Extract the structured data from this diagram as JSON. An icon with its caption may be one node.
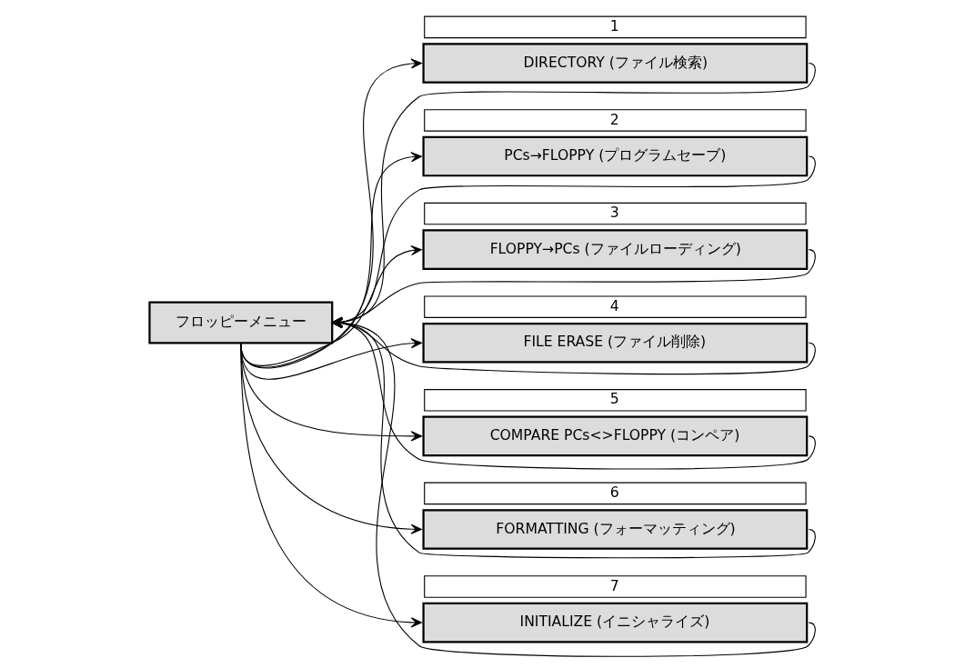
{
  "diagram": {
    "nodes": [
      {
        "text": [
          "フロッピーメニュー"
        ]
      },
      {
        "text": [
          "DIRECTORY (ファイル検索)"
        ],
        "beside": [
          "1"
        ]
      },
      {
        "text": [
          "PCs→FLOPPY (プログラムセーブ)"
        ],
        "beside": [
          "2"
        ]
      },
      {
        "text": [
          "FLOPPY→PCs (ファイルローディング)"
        ],
        "beside": [
          "3"
        ]
      },
      {
        "text": [
          "FILE ERASE (ファイル削除)"
        ],
        "beside": [
          "4"
        ]
      },
      {
        "text": [
          "COMPARE PCs<>FLOPPY (コンペア)"
        ],
        "beside": [
          "5"
        ]
      },
      {
        "text": [
          "FORMATTING (フォーマッティング)"
        ],
        "beside": [
          "6"
        ]
      },
      {
        "text": [
          "INITIALIZE (イニシャライズ)"
        ],
        "beside": [
          "7"
        ]
      }
    ],
    "edges": [
      {
        "from": 0,
        "to": 1,
        "arrow": "to"
      },
      {
        "from": 0,
        "to": 2,
        "arrow": "to"
      },
      {
        "from": 0,
        "to": 3,
        "arrow": "to"
      },
      {
        "from": 0,
        "to": 4,
        "arrow": "to"
      },
      {
        "from": 0,
        "to": 5,
        "arrow": "to"
      },
      {
        "from": 0,
        "to": 6,
        "arrow": "to"
      },
      {
        "from": 0,
        "to": 7,
        "arrow": "to"
      },
      {
        "from": 1,
        "to": 0,
        "arrow": "to"
      },
      {
        "from": 2,
        "to": 0,
        "arrow": "to"
      },
      {
        "from": 3,
        "to": 0,
        "arrow": "to"
      },
      {
        "from": 4,
        "to": 0,
        "arrow": "to"
      },
      {
        "from": 5,
        "to": 0,
        "arrow": "to"
      },
      {
        "from": 6,
        "to": 0,
        "arrow": "to"
      },
      {
        "from": 7,
        "to": 0,
        "arrow": "to"
      }
    ]
  }
}
